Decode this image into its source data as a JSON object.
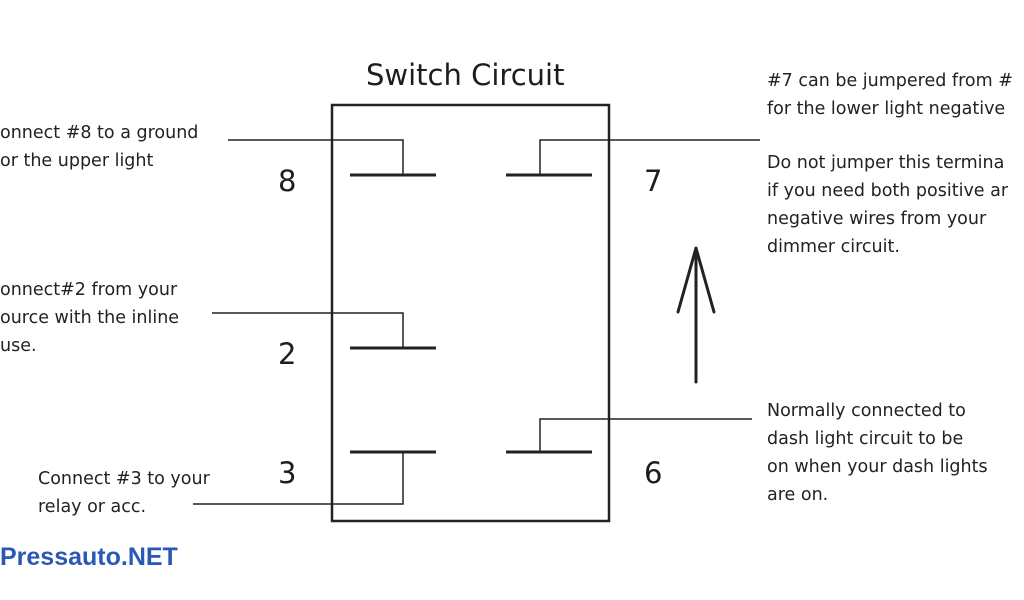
{
  "title": "Switch Circuit",
  "terminals": {
    "t8": "8",
    "t7": "7",
    "t2": "2",
    "t3": "3",
    "t6": "6"
  },
  "annotations": {
    "pin8": "onnect #8 to a ground\nor the upper light",
    "pin2": "onnect#2 from your\nource with the inline\nuse.",
    "pin3": "Connect #3 to your\nrelay or acc.",
    "pin7_jumper": "#7 can be jumpered from #\nfor the lower light negative",
    "pin7_warning": "Do not jumper this termina\nif you need both positive ar\nnegative wires from your\ndimmer circuit.",
    "pin6": "Normally connected to\ndash light circuit to be\non when your dash lights\nare on."
  },
  "watermark": "Pressauto.NET",
  "colors": {
    "lines": "#222222",
    "watermark": "#2a58b5"
  }
}
